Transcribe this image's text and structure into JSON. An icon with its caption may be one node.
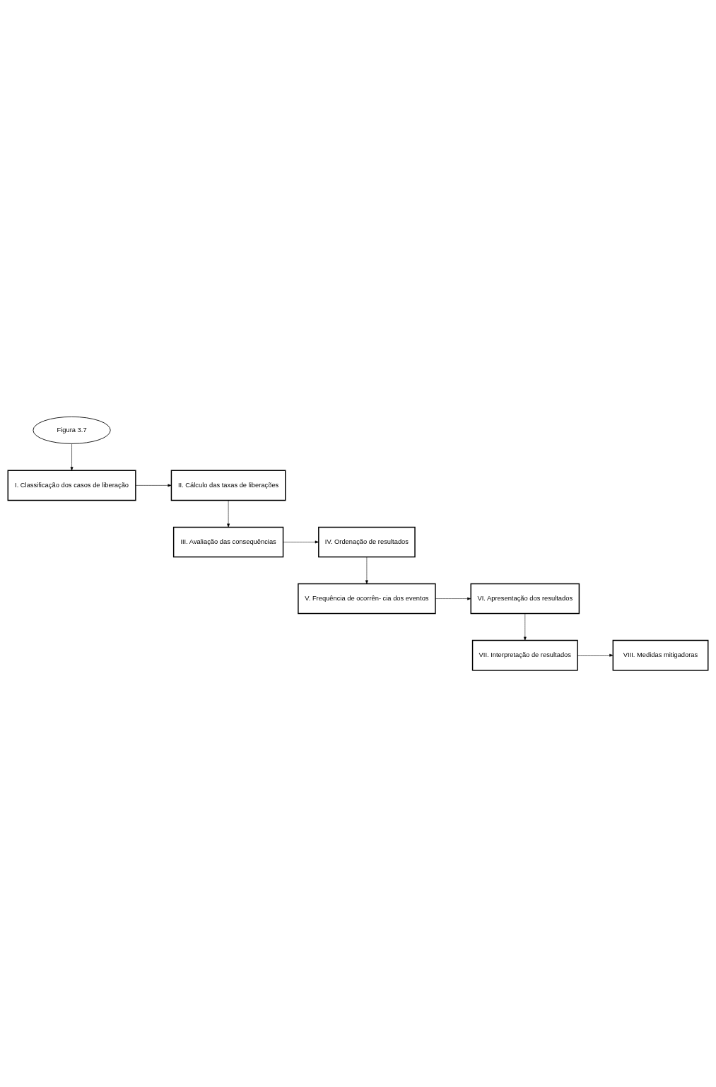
{
  "diagram": {
    "nodes": [
      {
        "text": [
          "Figura 3.7"
        ]
      },
      {
        "text": [
          "I. Classificação dos casos de liberação"
        ]
      },
      {
        "text": [
          "II. Cálculo das taxas de liberações"
        ]
      },
      {
        "text": [
          "III. Avaliação das consequências"
        ]
      },
      {
        "text": [
          "IV. Ordenação de resultados"
        ]
      },
      {
        "text": [
          "V. Frequência de ocorrên- cia dos eventos"
        ]
      },
      {
        "text": [
          "VI. Apresentação dos resultados"
        ]
      },
      {
        "text": [
          "VII. Interpretação de resultados"
        ]
      },
      {
        "text": [
          "VIII. Medidas mitigadoras"
        ]
      }
    ],
    "edges": [
      {
        "from": 0,
        "to": 1,
        "arrow": "to"
      },
      {
        "from": 1,
        "to": 2,
        "arrow": "to"
      },
      {
        "from": 2,
        "to": 3,
        "arrow": "to"
      },
      {
        "from": 3,
        "to": 4,
        "arrow": "to"
      },
      {
        "from": 4,
        "to": 5,
        "arrow": "to"
      },
      {
        "from": 5,
        "to": 6,
        "arrow": "to"
      },
      {
        "from": 6,
        "to": 7,
        "arrow": "to"
      },
      {
        "from": 7,
        "to": 8,
        "arrow": "to"
      }
    ]
  }
}
